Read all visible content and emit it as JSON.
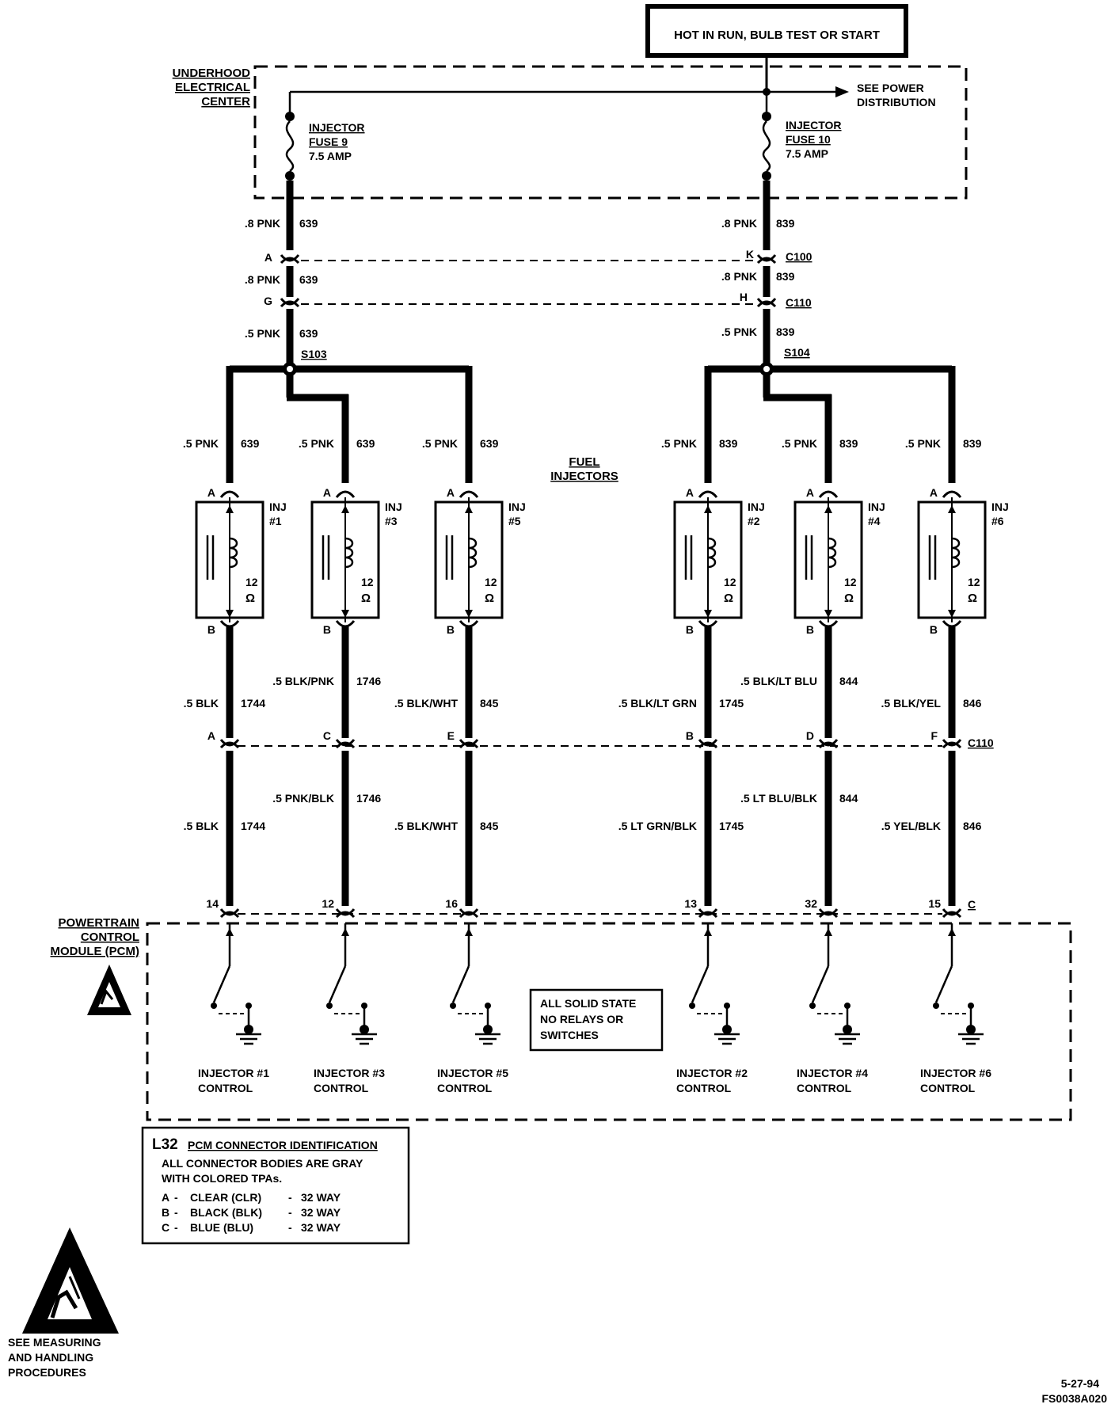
{
  "header": {
    "hot_label": "HOT IN RUN, BULB TEST OR START"
  },
  "underhood": {
    "label_lines": [
      "UNDERHOOD",
      "ELECTRICAL",
      "CENTER"
    ],
    "see_power_lines": [
      "SEE POWER",
      "DISTRIBUTION"
    ]
  },
  "fuses": [
    {
      "lines": [
        "INJECTOR",
        "FUSE 9"
      ],
      "amp": "7.5 AMP"
    },
    {
      "lines": [
        "INJECTOR",
        "FUSE 10"
      ],
      "amp": "7.5 AMP"
    }
  ],
  "left_feed": {
    "w1_gauge": ".8 PNK",
    "w1_circuit": "639",
    "pin1": "A",
    "w2_gauge": ".8 PNK",
    "w2_circuit": "639",
    "pin2": "G",
    "w3_gauge": ".5 PNK",
    "w3_circuit": "639",
    "splice": "S103"
  },
  "right_feed": {
    "w1_gauge": ".8 PNK",
    "w1_circuit": "839",
    "pin1": "K",
    "conn1": "C100",
    "w2_gauge": ".8 PNK",
    "w2_circuit": "839",
    "pin2": "H",
    "conn2": "C110",
    "w3_gauge": ".5 PNK",
    "w3_circuit": "839",
    "splice": "S104"
  },
  "fuel_injectors_label": [
    "FUEL",
    "INJECTORS"
  ],
  "injectors": [
    {
      "name": [
        "INJ",
        "#1"
      ],
      "resistance": "12",
      "unit": "Ω",
      "pin_top": "A",
      "pin_bot": "B",
      "feed_gauge": ".5 PNK",
      "feed_circuit": "639",
      "out_gauge": ".5 BLK",
      "out_circuit": "1744",
      "c110_pin": "A",
      "pcm_gauge": ".5 BLK",
      "pcm_circuit": "1744",
      "pcm_pin": "14",
      "control": [
        "INJECTOR #1",
        "CONTROL"
      ]
    },
    {
      "name": [
        "INJ",
        "#3"
      ],
      "resistance": "12",
      "unit": "Ω",
      "pin_top": "A",
      "pin_bot": "B",
      "feed_gauge": ".5 PNK",
      "feed_circuit": "639",
      "out_gauge": ".5 BLK/PNK",
      "out_circuit": "1746",
      "c110_pin": "C",
      "pcm_gauge": ".5 PNK/BLK",
      "pcm_circuit": "1746",
      "pcm_pin": "12",
      "control": [
        "INJECTOR #3",
        "CONTROL"
      ]
    },
    {
      "name": [
        "INJ",
        "#5"
      ],
      "resistance": "12",
      "unit": "Ω",
      "pin_top": "A",
      "pin_bot": "B",
      "feed_gauge": ".5 PNK",
      "feed_circuit": "639",
      "out_gauge": ".5 BLK/WHT",
      "out_circuit": "845",
      "c110_pin": "E",
      "pcm_gauge": ".5 BLK/WHT",
      "pcm_circuit": "845",
      "pcm_pin": "16",
      "control": [
        "INJECTOR #5",
        "CONTROL"
      ]
    },
    {
      "name": [
        "INJ",
        "#2"
      ],
      "resistance": "12",
      "unit": "Ω",
      "pin_top": "A",
      "pin_bot": "B",
      "feed_gauge": ".5 PNK",
      "feed_circuit": "839",
      "out_gauge": ".5 BLK/LT GRN",
      "out_circuit": "1745",
      "c110_pin": "B",
      "pcm_gauge": ".5 LT GRN/BLK",
      "pcm_circuit": "1745",
      "pcm_pin": "13",
      "control": [
        "INJECTOR #2",
        "CONTROL"
      ]
    },
    {
      "name": [
        "INJ",
        "#4"
      ],
      "resistance": "12",
      "unit": "Ω",
      "pin_top": "A",
      "pin_bot": "B",
      "feed_gauge": ".5 PNK",
      "feed_circuit": "839",
      "out_gauge": ".5 BLK/LT BLU",
      "out_circuit": "844",
      "c110_pin": "D",
      "pcm_gauge": ".5 LT BLU/BLK",
      "pcm_circuit": "844",
      "pcm_pin": "32",
      "control": [
        "INJECTOR #4",
        "CONTROL"
      ]
    },
    {
      "name": [
        "INJ",
        "#6"
      ],
      "resistance": "12",
      "unit": "Ω",
      "pin_top": "A",
      "pin_bot": "B",
      "feed_gauge": ".5 PNK",
      "feed_circuit": "839",
      "out_gauge": ".5 BLK/YEL",
      "out_circuit": "846",
      "c110_pin": "F",
      "pcm_gauge": ".5 YEL/BLK",
      "pcm_circuit": "846",
      "pcm_pin": "15",
      "control": [
        "INJECTOR #6",
        "CONTROL"
      ]
    }
  ],
  "c110_label": "C110",
  "pcm_connector_letter": "C",
  "pcm": {
    "label_lines": [
      "POWERTRAIN",
      "CONTROL",
      "MODULE (PCM)"
    ],
    "solid_state_lines": [
      "ALL SOLID STATE",
      "NO RELAYS OR",
      "SWITCHES"
    ]
  },
  "connector_id": {
    "prefix": "L32",
    "title": "PCM CONNECTOR IDENTIFICATION",
    "desc_lines": [
      "ALL CONNECTOR BODIES ARE GRAY",
      "WITH COLORED TPAs."
    ],
    "rows": [
      {
        "letter": "A",
        "color": "CLEAR (CLR)",
        "way": "32 WAY"
      },
      {
        "letter": "B",
        "color": "BLACK (BLK)",
        "way": "32 WAY"
      },
      {
        "letter": "C",
        "color": "BLUE (BLU)",
        "way": "32 WAY"
      }
    ]
  },
  "esd_note_lines": [
    "SEE MEASURING",
    "AND HANDLING",
    "PROCEDURES"
  ],
  "footer": {
    "date": "5-27-94",
    "code": "FS0038A020"
  }
}
